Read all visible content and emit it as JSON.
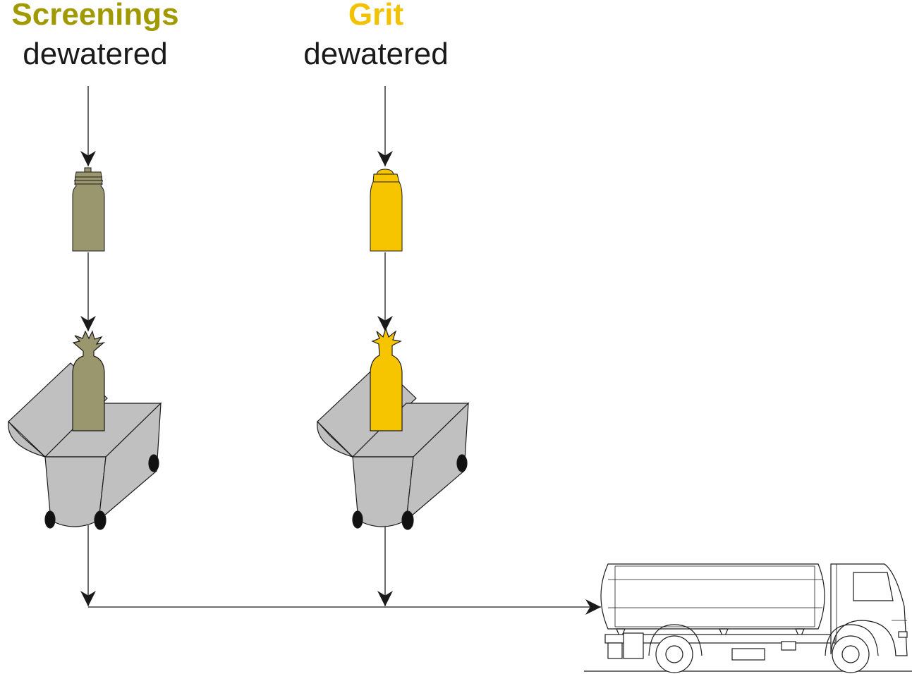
{
  "screenings": {
    "title": "Screenings",
    "subtitle": "dewatered",
    "title_color": "#a09a00",
    "bag_color": "#9a976e"
  },
  "grit": {
    "title": "Grit",
    "subtitle": "dewatered",
    "title_color": "#f2c200",
    "bag_color": "#f7c400"
  },
  "colors": {
    "container_fill": "#c0c0c0",
    "wheel_fill": "#111111",
    "line": "#1a1a1a"
  },
  "icons": {
    "bag": "bag-icon",
    "container": "wheeled-container-icon",
    "truck": "tanker-truck-icon"
  }
}
